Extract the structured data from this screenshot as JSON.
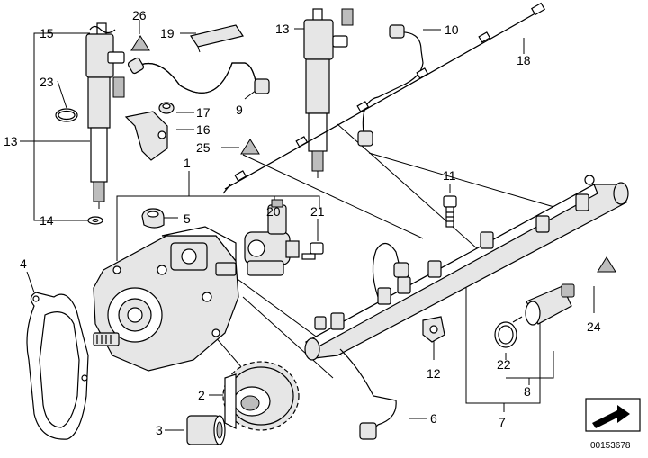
{
  "diagram": {
    "callouts": {
      "c1": "1",
      "c2": "2",
      "c3": "3",
      "c4": "4",
      "c5": "5",
      "c6": "6",
      "c7": "7",
      "c8": "8",
      "c9": "9",
      "c10": "10",
      "c11": "11",
      "c12": "12",
      "c13a": "13",
      "c13b": "13",
      "c14": "14",
      "c15": "15",
      "c16": "16",
      "c17": "17",
      "c18": "18",
      "c19": "19",
      "c20": "20",
      "c21": "21",
      "c22": "22",
      "c23": "23",
      "c24": "24",
      "c25": "25",
      "c26": "26"
    },
    "reference_code": "00153678",
    "colors": {
      "line": "#000000",
      "background": "#ffffff",
      "part_fill": "#e6e6e6"
    }
  }
}
